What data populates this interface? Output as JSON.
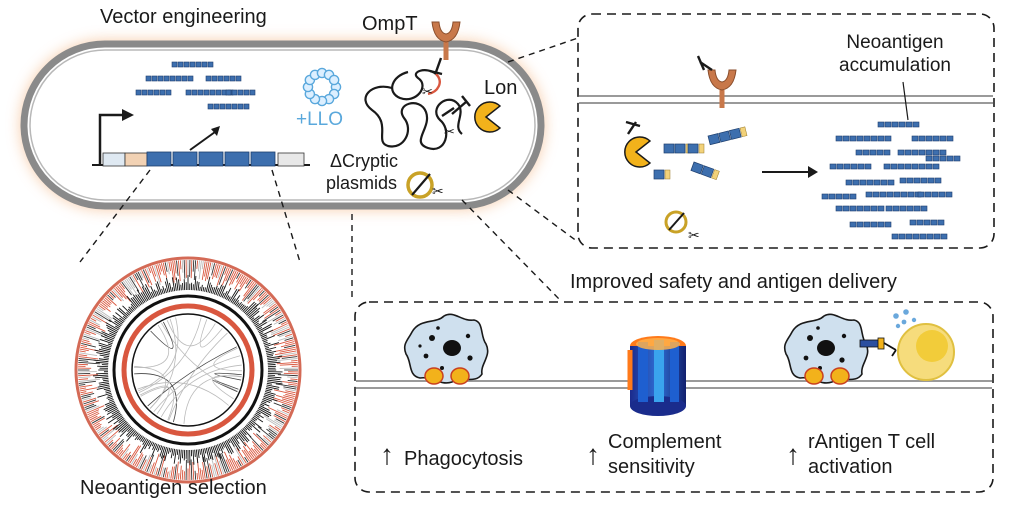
{
  "title_vector": "Vector engineering",
  "title_neoantigen_selection": "Neoantigen selection",
  "title_improved": "Improved safety and antigen delivery",
  "protein_ompt": "OmpT",
  "protein_lon": "Lon",
  "llo_label": "+LLO",
  "cryptic_line1": "ΔCryptic",
  "cryptic_line2": "plasmids",
  "accumulation_line1": "Neoantigen",
  "accumulation_line2": "accumulation",
  "outcomes": [
    {
      "arrow": "↑",
      "line1": "Phagocytosis",
      "line2": ""
    },
    {
      "arrow": "↑",
      "line1": "Complement",
      "line2": "sensitivity"
    },
    {
      "arrow": "↑",
      "line1": "rAntigen T cell",
      "line2": "activation"
    }
  ],
  "colors": {
    "antigen_blue": "#3d6fae",
    "antigen_dark": "#1e3f6e",
    "ompt_orange": "#c8784a",
    "lon_yellow": "#f2b21b",
    "llo_blue": "#5aa8dc",
    "red_ring": "#d9573f",
    "cell_glow": "#f6c59d",
    "membrane_gray": "#9a9a9a",
    "macrophage": "#cfe0ee",
    "tcell": "#f2d36b"
  }
}
